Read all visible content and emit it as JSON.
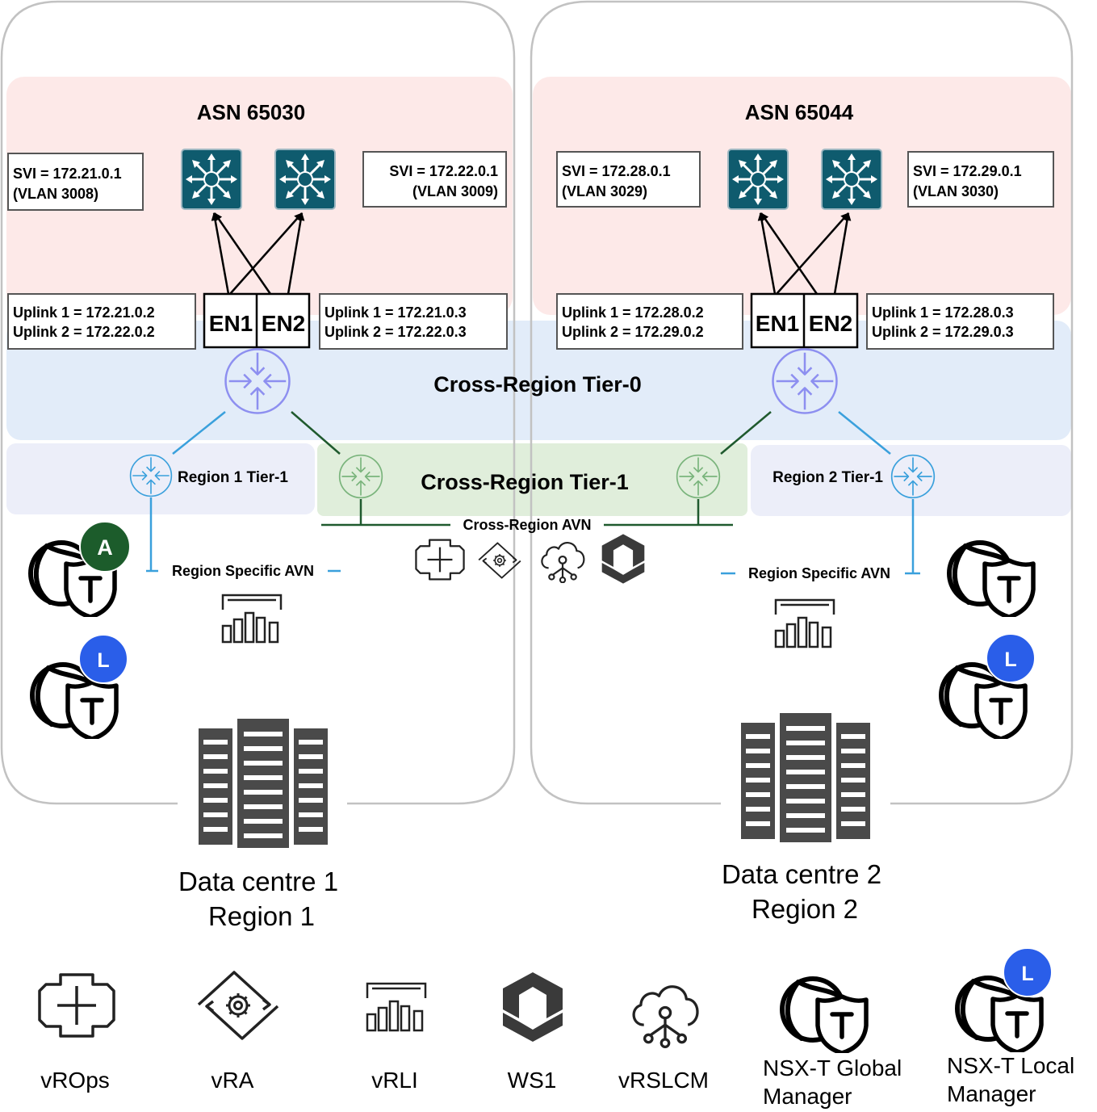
{
  "dc1": {
    "asn": "ASN 65030",
    "svi_left": [
      "SVI = 172.21.0.1",
      "(VLAN 3008)"
    ],
    "svi_right": [
      "SVI = 172.22.0.1",
      "(VLAN 3009)"
    ],
    "uplink_left": [
      "Uplink 1 = 172.21.0.2",
      "Uplink 2 = 172.22.0.2"
    ],
    "uplink_right": [
      "Uplink 1 = 172.21.0.3",
      "Uplink 2 = 172.22.0.3"
    ],
    "en1": "EN1",
    "en2": "EN2",
    "tier1_label": "Region 1 Tier-1",
    "avn_label": "Region Specific AVN",
    "badge_a": "A",
    "badge_l": "L",
    "name": "Data centre 1",
    "region": "Region 1"
  },
  "dc2": {
    "asn": "ASN 65044",
    "svi_left": [
      "SVI = 172.28.0.1",
      "(VLAN 3029)"
    ],
    "svi_right": [
      "SVI = 172.29.0.1",
      "(VLAN 3030)"
    ],
    "uplink_left": [
      "Uplink 1 = 172.28.0.2",
      "Uplink 2 = 172.29.0.2"
    ],
    "uplink_right": [
      "Uplink 1 = 172.28.0.3",
      "Uplink 2 = 172.29.0.3"
    ],
    "en1": "EN1",
    "en2": "EN2",
    "tier1_label": "Region 2 Tier-1",
    "avn_label": "Region Specific AVN",
    "badge_l": "L",
    "name": "Data centre 2",
    "region": "Region 2"
  },
  "cross": {
    "tier0": "Cross-Region Tier-0",
    "tier1": "Cross-Region Tier-1",
    "avn": "Cross-Region AVN"
  },
  "legend": {
    "vrops": "vROps",
    "vra": "vRA",
    "vrli": "vRLI",
    "ws1": "WS1",
    "vrslcm": "vRSLCM",
    "gm": [
      "NSX-T Global",
      "Manager"
    ],
    "lm": [
      "NSX-T Local",
      "Manager"
    ],
    "lm_badge": "L"
  },
  "colors": {
    "asn_band": "#fde9e8",
    "tier0_band": "#dfeaf9",
    "tier1_region_band": "#eceef9",
    "tier1_cross_band": "#e0eedb",
    "switch_fill": "#0f5b6e",
    "tier0_router": "#8d8ff0",
    "tier1_router": "#3aa0dc",
    "cross_t1_router": "#7ab47c",
    "green_line": "#1f5a2e",
    "badge_a": "#1c5c2b",
    "badge_l": "#2a5ee9"
  }
}
